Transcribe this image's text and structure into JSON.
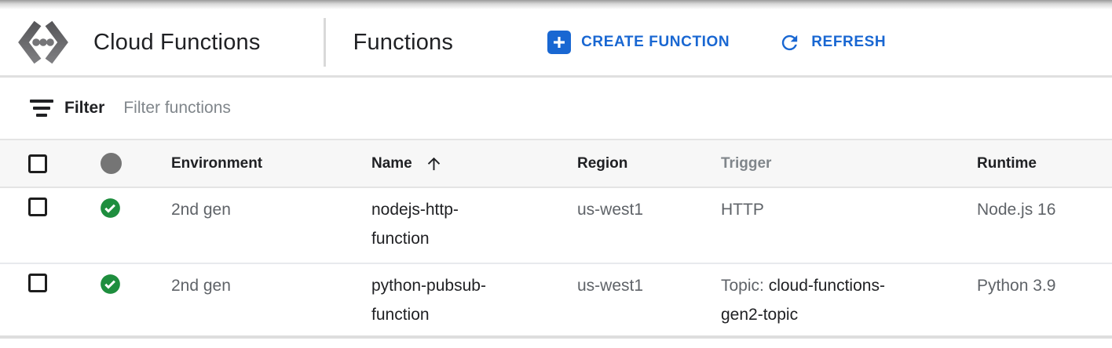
{
  "colors": {
    "accent_blue": "#1967d2",
    "status_green": "#1e8e3e",
    "text_dark": "#202124",
    "text_gray": "#5f6368",
    "placeholder_gray": "#80868b",
    "header_row_bg": "#f7f7f7"
  },
  "header": {
    "product_title": "Cloud Functions",
    "page_title": "Functions",
    "create_button": "CREATE FUNCTION",
    "refresh_button": "REFRESH"
  },
  "filter_bar": {
    "label": "Filter",
    "input_placeholder": "Filter functions",
    "input_value": ""
  },
  "table": {
    "columns": {
      "environment": "Environment",
      "name": "Name",
      "region": "Region",
      "trigger": "Trigger",
      "runtime": "Runtime"
    },
    "sort": {
      "column": "Name",
      "direction": "ascending"
    },
    "rows": [
      {
        "selected": false,
        "status": "ok",
        "environment": "2nd gen",
        "name": "nodejs-http-function",
        "region": "us-west1",
        "trigger": {
          "label": "HTTP",
          "topic": ""
        },
        "runtime": "Node.js 16"
      },
      {
        "selected": false,
        "status": "ok",
        "environment": "2nd gen",
        "name": "python-pubsub-function",
        "region": "us-west1",
        "trigger": {
          "label": "Topic:",
          "topic": "cloud-functions-gen2-topic"
        },
        "runtime": "Python 3.9"
      }
    ]
  }
}
